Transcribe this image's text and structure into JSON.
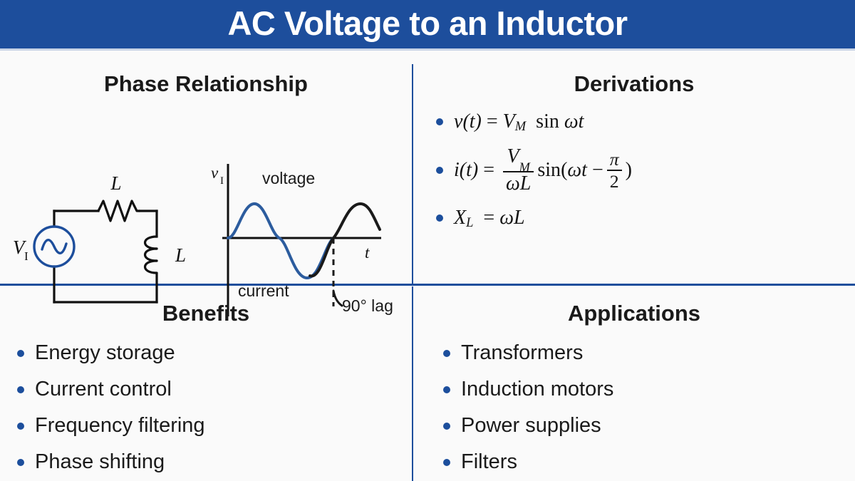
{
  "header": {
    "title": "AC Voltage to an Inductor",
    "bar_color": "#1d4e9c",
    "title_color": "#ffffff"
  },
  "accent_color": "#1d4e9c",
  "bullet_color": "#1c4e9c",
  "panels": {
    "phase_relationship": {
      "title": "Phase Relationship",
      "circuit": {
        "source_label": "V",
        "source_sub": "I",
        "source_symbol": "ac-source-sine",
        "top_component_label": "L",
        "right_component_label": "L"
      },
      "graph": {
        "y_axis_label": "v",
        "y_axis_sub": "I",
        "x_axis_label": "t",
        "voltage_label": "voltage",
        "current_label": "current",
        "lag_label": "90° lag",
        "voltage_color": "#2c5c9e",
        "current_color": "#1a1a1a"
      }
    },
    "derivations": {
      "title": "Derivations",
      "equations": [
        {
          "id": "voltage-equation",
          "text": "v(t) = V_M sin ωt"
        },
        {
          "id": "current-equation",
          "text": "i(t) = V_M / (ωL) sin(ωt − π/2)"
        },
        {
          "id": "reactance-equation",
          "text": "X_L = ωL"
        }
      ],
      "symbols": {
        "v_lower": "v",
        "i_lower": "i",
        "X": "X",
        "V": "V",
        "sub_M": "M",
        "sub_L": "L",
        "t": "t",
        "omega": "ω",
        "L": "L",
        "pi": "π",
        "two": "2",
        "sin": "sin",
        "equals": "=",
        "minus": "−",
        "open_paren": "(",
        "close_paren": ")",
        "of_t": "(t)"
      }
    },
    "benefits": {
      "title": "Benefits",
      "items": [
        "Energy storage",
        "Current control",
        "Frequency filtering",
        "Phase shifting"
      ]
    },
    "applications": {
      "title": "Applications",
      "items": [
        "Transformers",
        "Induction motors",
        "Power supplies",
        "Filters"
      ]
    }
  }
}
